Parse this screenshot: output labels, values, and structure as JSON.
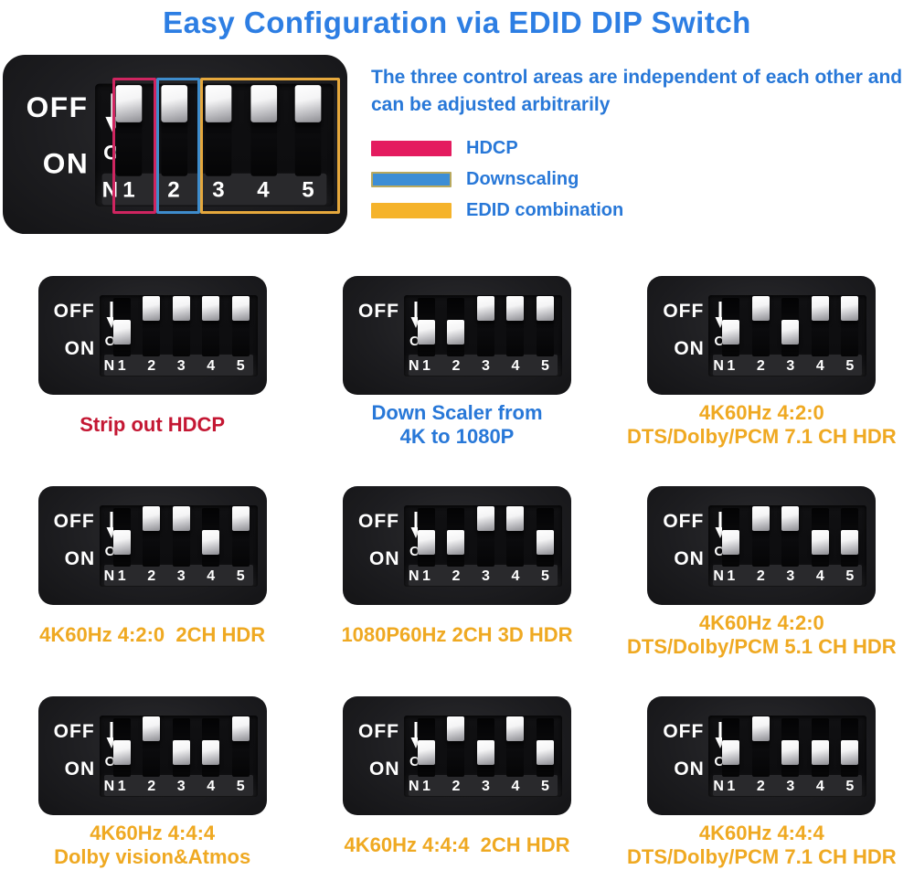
{
  "page": {
    "title": "Easy Configuration via EDID DIP Switch"
  },
  "intro": {
    "text": "The three control areas are independent of each other and can be adjusted arbitrarily"
  },
  "legend": [
    {
      "name": "hdcp",
      "label": "HDCP",
      "color": "#e41b5f"
    },
    {
      "name": "downscaling",
      "label": "Downscaling",
      "color": "#3d8ed5",
      "border": "#b9a95e"
    },
    {
      "name": "edid-combination",
      "label": "EDID combination",
      "color": "#f5b32b"
    }
  ],
  "dip": {
    "off_label": "OFF",
    "on_label": "ON",
    "on_vertical": [
      "O",
      "N"
    ],
    "numbers": [
      "1",
      "2",
      "3",
      "4",
      "5"
    ],
    "arrow_icon": "down-arrow"
  },
  "master_panel": {
    "switches": [
      "off",
      "off",
      "off",
      "off",
      "off"
    ],
    "show_on_label": true,
    "highlights": [
      {
        "name": "hdcp",
        "color": "#cf2560",
        "switches": "1"
      },
      {
        "name": "downscaling",
        "color": "#3e8ccc",
        "switches": "2"
      },
      {
        "name": "edid",
        "color": "#e6a83c",
        "switches": "3-5"
      }
    ]
  },
  "panels": [
    {
      "caption": [
        "Strip out HDCP"
      ],
      "caption_color": "red",
      "show_on_label": true,
      "switches": [
        "on",
        "off",
        "off",
        "off",
        "off"
      ]
    },
    {
      "caption": [
        "Down Scaler from",
        "4K to 1080P"
      ],
      "caption_color": "blue",
      "show_on_label": false,
      "switches": [
        "on",
        "on",
        "off",
        "off",
        "off"
      ]
    },
    {
      "caption": [
        "4K60Hz 4:2:0",
        "DTS/Dolby/PCM 7.1 CH HDR"
      ],
      "caption_color": "orange",
      "show_on_label": true,
      "switches": [
        "on",
        "off",
        "on",
        "off",
        "off"
      ]
    },
    {
      "caption": [
        "4K60Hz 4:2:0  2CH HDR"
      ],
      "caption_color": "orange",
      "show_on_label": true,
      "switches": [
        "on",
        "off",
        "off",
        "on",
        "off"
      ]
    },
    {
      "caption": [
        "1080P60Hz 2CH 3D HDR"
      ],
      "caption_color": "orange",
      "show_on_label": true,
      "switches": [
        "on",
        "on",
        "off",
        "off",
        "on"
      ]
    },
    {
      "caption": [
        "4K60Hz 4:2:0",
        "DTS/Dolby/PCM 5.1 CH HDR"
      ],
      "caption_color": "orange",
      "show_on_label": true,
      "switches": [
        "on",
        "off",
        "off",
        "on",
        "on"
      ]
    },
    {
      "caption": [
        "4K60Hz 4:4:4",
        "Dolby vision&Atmos"
      ],
      "caption_color": "orange",
      "show_on_label": true,
      "switches": [
        "on",
        "off",
        "on",
        "on",
        "off"
      ]
    },
    {
      "caption": [
        "4K60Hz 4:4:4  2CH HDR"
      ],
      "caption_color": "orange",
      "show_on_label": true,
      "switches": [
        "on",
        "off",
        "on",
        "off",
        "on"
      ]
    },
    {
      "caption": [
        "4K60Hz 4:4:4",
        "DTS/Dolby/PCM 7.1 CH HDR"
      ],
      "caption_color": "orange",
      "show_on_label": true,
      "switches": [
        "on",
        "off",
        "on",
        "on",
        "on"
      ]
    }
  ],
  "colors": {
    "title_blue": "#2d7ee3",
    "info_blue": "#2878d8",
    "red": "#c41733",
    "blue": "#2878d8",
    "orange": "#efa922"
  }
}
